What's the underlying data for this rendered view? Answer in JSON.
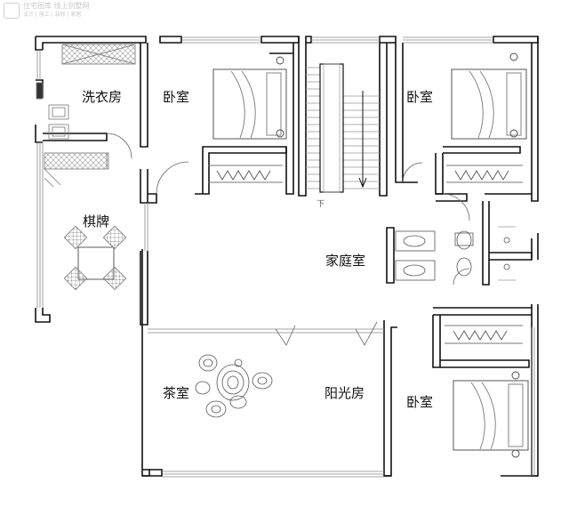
{
  "watermark": {
    "line1": "住宅图库 线上别墅网",
    "line2": "设计 | 施工 | 装修 | 家居"
  },
  "rooms": {
    "laundry": "洗衣房",
    "chess": "棋牌",
    "tea": "茶室",
    "bedroom_a": "卧室",
    "bedroom_b": "卧室",
    "bedroom_c": "卧室",
    "family": "家庭室",
    "sunroom": "阳光房"
  },
  "stair_mark": "下"
}
